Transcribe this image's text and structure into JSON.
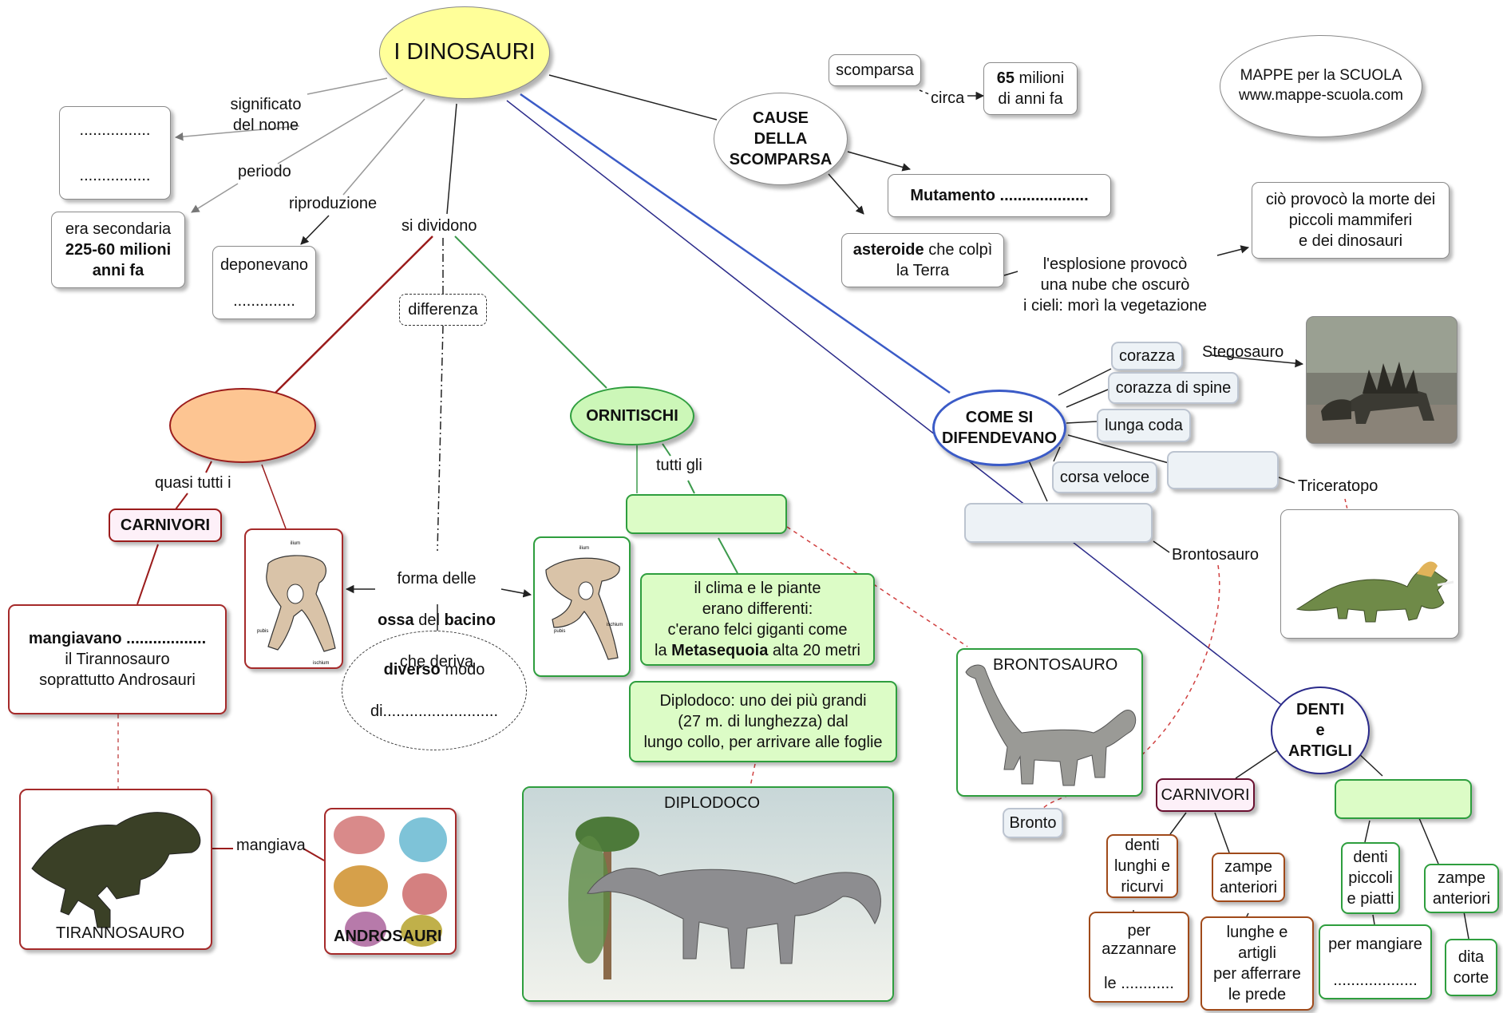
{
  "title": "I DINOSAURI",
  "site": {
    "line1": "MAPPE per la SCUOLA",
    "line2": "www.mappe-scuola.com"
  },
  "links": {
    "significato": "significato\ndel nome",
    "periodo": "periodo",
    "riproduzione": "riproduzione",
    "si_dividono": "si dividono",
    "differenza": "differenza",
    "quasi_tutti": "quasi tutti i",
    "tutti_gli": "tutti gli",
    "forma_bacino": {
      "a": "forma delle",
      "b": "ossa",
      "c": " del ",
      "d": "bacino",
      "e": "che deriva"
    },
    "mangiava": "mangiava",
    "circa": "circa",
    "stegosauro": "Stegosauro",
    "triceratopo": "Triceratopo",
    "brontosauro": "Brontosauro"
  },
  "nodes": {
    "nome_blank1": "................",
    "nome_blank2": "................",
    "era": {
      "line1": "era secondaria",
      "line2": "225-60 milioni",
      "line3": "anni fa"
    },
    "deponevano": {
      "line1": "deponevano",
      "line2": ".............."
    },
    "ornitischi": "ORNITISCHI",
    "carnivori": "CARNIVORI",
    "mangiavano": {
      "bold": "mangiavano ..................",
      "line2": "il Tirannosauro",
      "line3": "soprattutto Androsauri"
    },
    "diverso": {
      "bold": "diverso",
      "rest": " modo",
      "line2": "di.........................."
    },
    "clima": {
      "line1": "il clima e le piante",
      "line2": "erano differenti:",
      "line3": "c'erano felci giganti come",
      "pre": "la ",
      "bold": "Metasequoia",
      "post": " alta 20 metri"
    },
    "diplodoco_desc": {
      "line1": "Diplodoco: uno dei più grandi",
      "line2": "(27 m. di lunghezza) dal",
      "line3": "lungo collo, per arrivare alle foglie"
    },
    "scomparsa": "scomparsa",
    "milioni": {
      "bold": "65",
      "rest": " milioni",
      "line2": "di anni fa"
    },
    "cause": "CAUSE\nDELLA\nSCOMPARSA",
    "mutamento": "Mutamento ....................",
    "asteroide": {
      "bold": "asteroide",
      "rest": " che colpì",
      "line2": "la Terra"
    },
    "esplosione": "l'esplosione provocò\nuna nube che oscurò\ni cieli: morì la vegetazione",
    "morte": "ciò provocò la morte dei\npiccoli mammiferi\ne dei dinosauri",
    "difendevano": "COME SI\nDIFENDEVANO",
    "corazza": "corazza",
    "corazza_spine": "corazza di spine",
    "lunga_coda": "lunga coda",
    "corsa_veloce": "corsa veloce",
    "denti_artigli": "DENTI\ne\nARTIGLI",
    "carnivori2": "CARNIVORI",
    "denti_lunghi": "denti\nlunghi e\nricurvi",
    "zampe_ant1": "zampe\nanteriori",
    "denti_piccoli": "denti\npiccoli\ne piatti",
    "zampe_ant2": "zampe\nanteriori",
    "azzannare": {
      "line1": "per",
      "line2": "azzannare",
      "line3": "le ............"
    },
    "lunghe_artigli": "lunghe e\nartigli\nper  afferrare\nle prede",
    "per_mangiare": {
      "line1": "per mangiare",
      "line2": "..................."
    },
    "dita_corte": "dita\ncorte",
    "bronto": "Bronto"
  },
  "images": {
    "tirannosauro": "TIRANNOSAURO",
    "androsauri": "ANDROSAURI",
    "diplodoco": "DIPLODOCO",
    "brontosauro": "BRONTOSAURO",
    "pelvis1": {
      "ilium": "ilium",
      "pubis": "pubis",
      "ischium": "ischium"
    },
    "pelvis2": {
      "ilium": "ilium",
      "pubis": "pubis",
      "ischium": "ischium"
    }
  },
  "colors": {
    "title_fill": "#ffff99",
    "saurischi_fill": "#fdc592",
    "ornitischi_fill": "#ccf7b8",
    "link_blue": "#3b5bc7",
    "link_red": "#9b1c1c",
    "link_green": "#3c9a4c"
  }
}
